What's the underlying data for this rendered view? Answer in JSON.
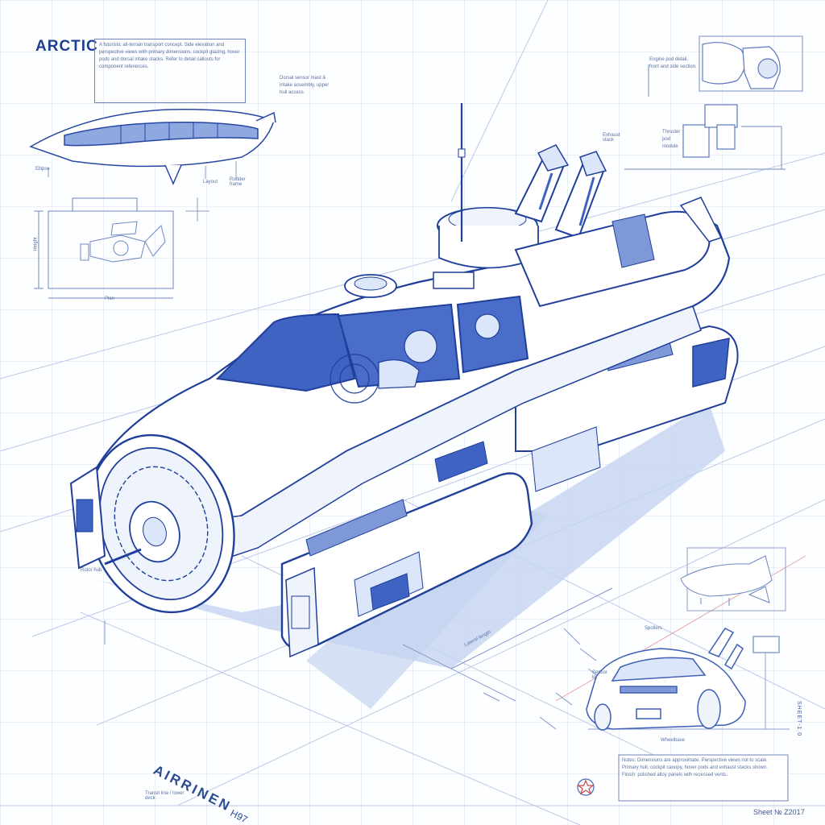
{
  "drawing": {
    "title": "ARCTIC",
    "bottom_label": "AIRRINEN",
    "bottom_sub_label": "H97",
    "sheet_number": "Sheet № Z2017",
    "vertical_margin_label": "SHEET-1.0",
    "style": "blueprint technical illustration",
    "colors": {
      "paper": "#fdfeff",
      "grid": "#c9d6ee",
      "line": "#1f3f9a",
      "line_light": "#5a78c0",
      "fill_shadow": "#b8cbee",
      "fill_glass": "#3f63c2"
    }
  },
  "notes": {
    "top_left_block": "A futuristic all-terrain transport concept. Side elevation and perspective views with primary dimensions, cockpit glazing, hover pods and dorsal intake stacks. Refer to detail callouts for component references.",
    "top_center_callout": "Dorsal sensor mast & intake assembly, upper hull access.",
    "top_right_callout": "Engine pod detail, front and side section.",
    "mid_right_callout": "Thruster pod module",
    "bottom_right_block": "Notes: Dimensions are approximate. Perspective views not to scale. Primary hull, cockpit canopy, hover pods and exhaust stacks shown. Finish: polished alloy panels with recessed vents."
  },
  "callouts": {
    "side_view_nose": "Ellipse",
    "side_view_mid": "Layout",
    "side_view_tail": "Rudder frame",
    "small_plan": "Plan",
    "plan_height": "Height",
    "exhaust_stack": "Exhaust stack",
    "front_wheel": "Rotor hub",
    "car_roof": "Spoilers",
    "car_side": "Sensor kit",
    "car_base": "Wheelbase",
    "small_bottom_note": "Transit line / lower deck",
    "lateral_dim": "Lateral length"
  },
  "views": [
    {
      "name": "side-elevation",
      "position": "top-left"
    },
    {
      "name": "plan-detail",
      "position": "left"
    },
    {
      "name": "engine-pod-detail",
      "position": "top-right"
    },
    {
      "name": "thruster-module",
      "position": "right"
    },
    {
      "name": "main-perspective",
      "position": "center"
    },
    {
      "name": "side-profile-small",
      "position": "right-lower"
    },
    {
      "name": "rear-car-view",
      "position": "bottom-right"
    }
  ]
}
